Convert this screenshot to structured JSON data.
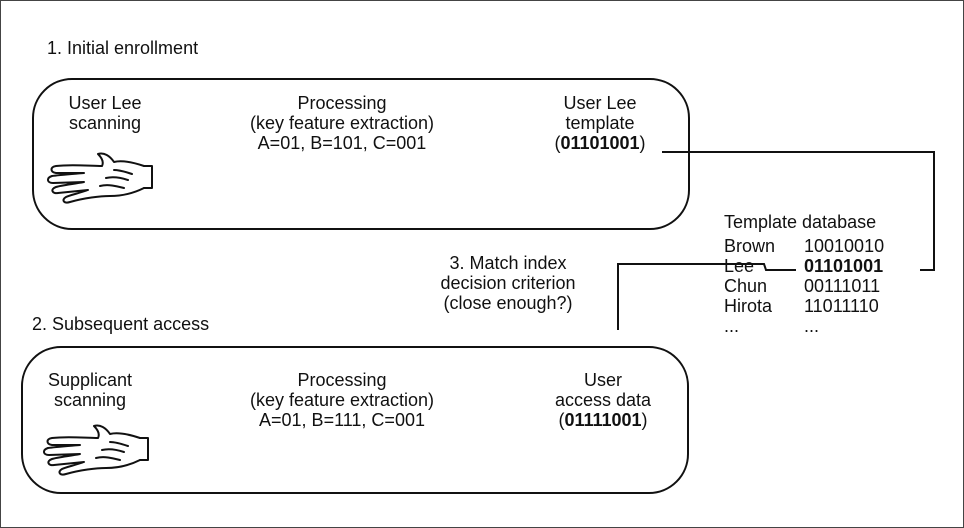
{
  "figure": {
    "step1_title": "1. Initial enrollment",
    "step2_title": "2. Subsequent access",
    "enrollment": {
      "scan_line1": "User Lee",
      "scan_line2": "scanning",
      "proc_line1": "Processing",
      "proc_line2": "(key feature extraction)",
      "proc_line3": "A=01, B=101, C=001",
      "tmpl_line1": "User Lee",
      "tmpl_line2": "template",
      "tmpl_open": "(",
      "tmpl_code": "01101001",
      "tmpl_close": ")"
    },
    "access": {
      "scan_line1": "Supplicant",
      "scan_line2": "scanning",
      "proc_line1": "Processing",
      "proc_line2": "(key feature extraction)",
      "proc_line3": "A=01, B=111, C=001",
      "data_line1": "User",
      "data_line2": "access data",
      "data_open": "(",
      "data_code": "01111001",
      "data_close": ")"
    },
    "match": {
      "line1": "3. Match index",
      "line2": "decision criterion",
      "line3": "(close enough?)"
    },
    "database": {
      "title": "Template database",
      "rows": [
        {
          "name": "Brown",
          "code": "10010010"
        },
        {
          "name": "Lee",
          "code": "01101001"
        },
        {
          "name": "Chun",
          "code": "00111011"
        },
        {
          "name": "Hirota",
          "code": "11011110"
        },
        {
          "name": "...",
          "code": "..."
        }
      ]
    }
  },
  "icons": [
    "hand-icon"
  ]
}
